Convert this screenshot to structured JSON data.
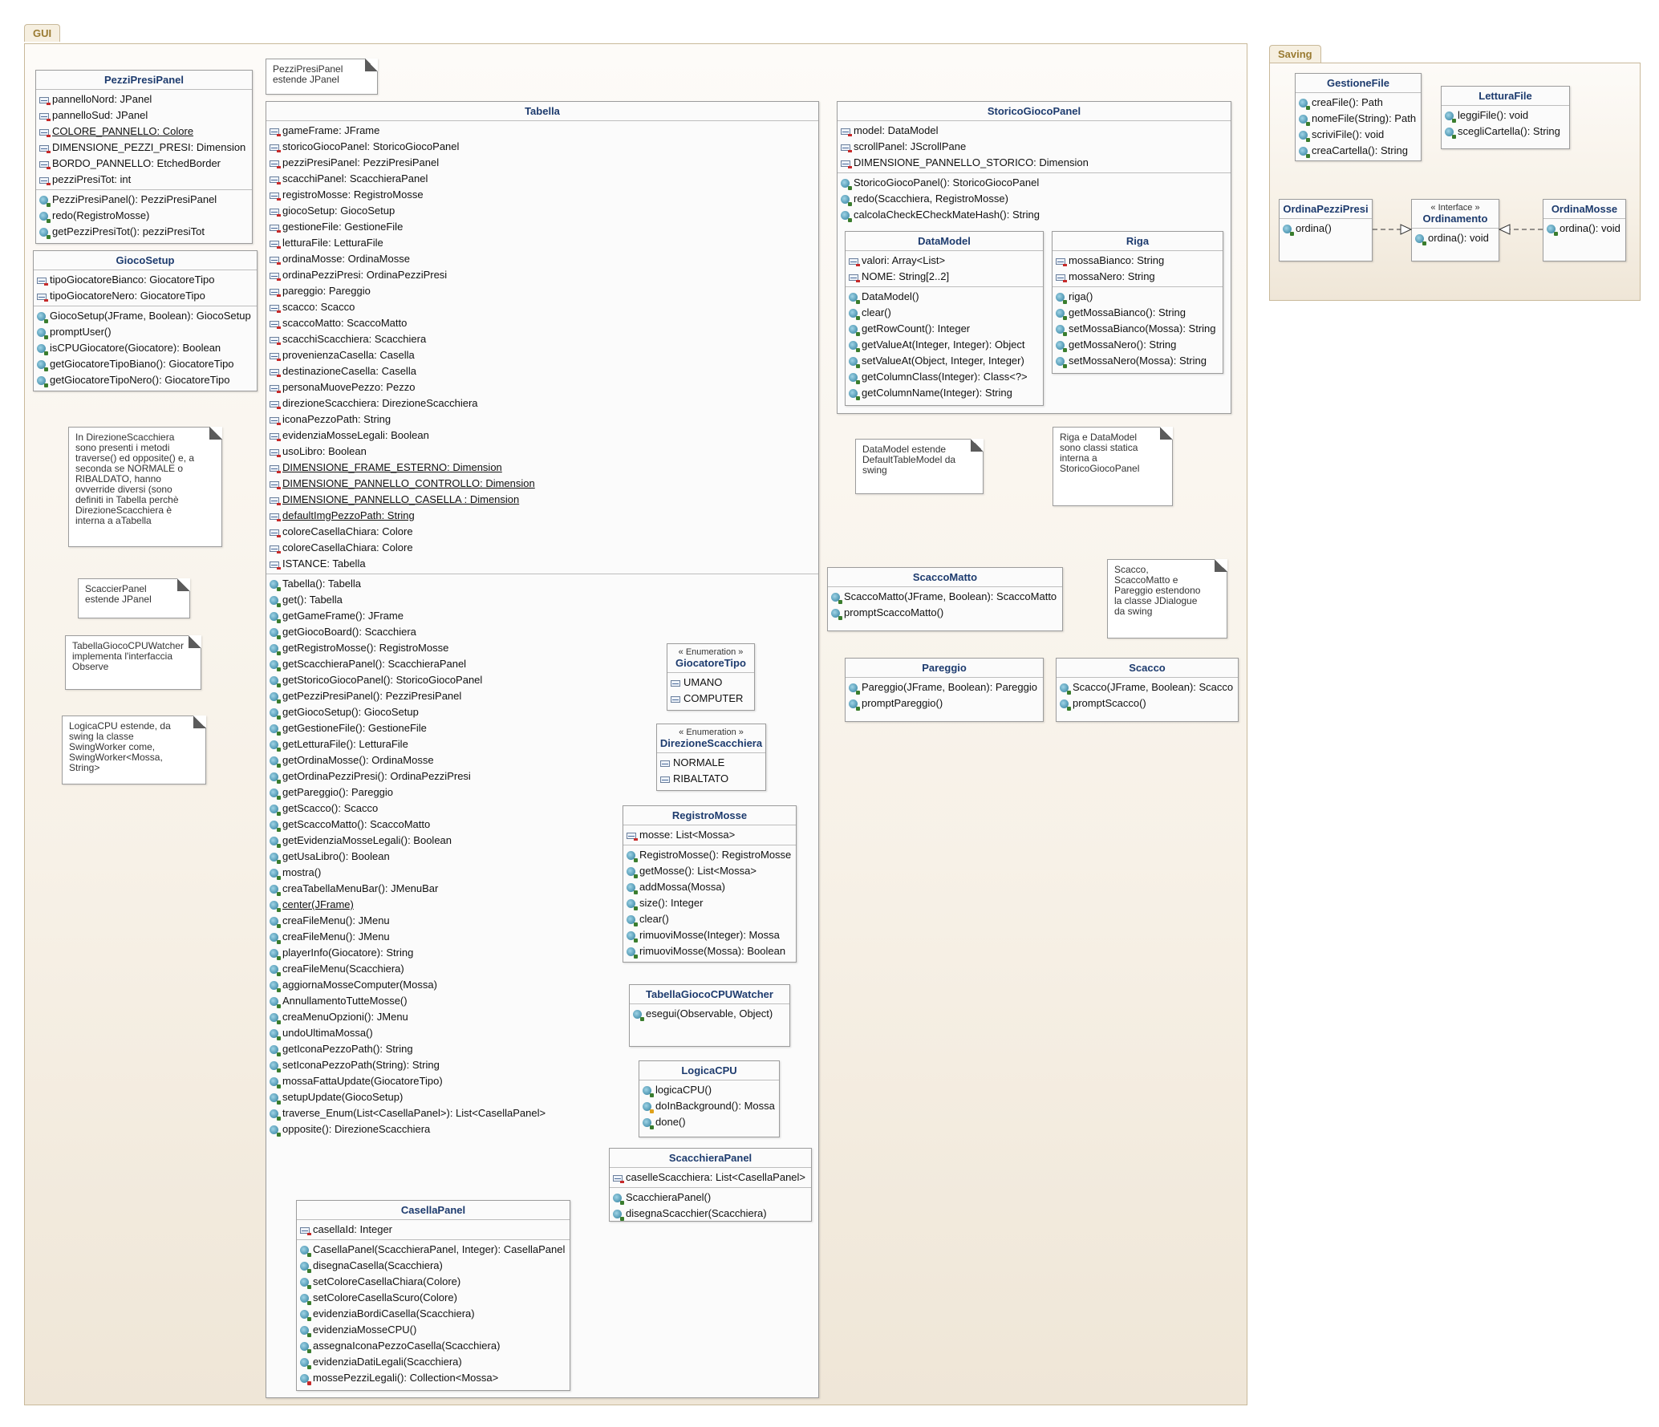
{
  "packages": {
    "gui": "GUI",
    "saving": "Saving"
  },
  "notes": {
    "pezzi_presi": "PezziPresiPanel\nestende JPanel",
    "direzione": "In DirezioneScacchiera\nsono presenti i metodi\ntraverse() ed opposite() e, a\nseconda se NORMALE o\nRIBALDATO, hanno\novverride diversi (sono\ndefiniti in Tabella perchè\nDirezioneScacchiera è\ninterna a aTabella",
    "scaccier": "ScaccierPanel\nestende JPanel",
    "watcher": "TabellaGiocoCPUWatcher\nimplementa l'interfaccia\nObserve",
    "logica": "LogicaCPU estende, da\nswing la classe\nSwingWorker come,\nSwingWorker<Mossa,\nString>",
    "datamodel": "DataModel estende\nDefaultTableModel da\nswing",
    "riga": "Riga e DataModel\nsono classi statica\ninterna a\nStoricoGiocoPanel",
    "scacco": "Scacco,\nScaccoMatto e\nPareggio estendono\nla classe JDialogue\nda swing"
  },
  "classes": {
    "pezzi_presi_panel": {
      "name": "PezziPresiPanel",
      "attrs": [
        "pannelloNord: JPanel",
        "pannelloSud: JPanel",
        "COLORE_PANNELLO: Colore",
        "DIMENSIONE_PEZZI_PRESI: Dimension",
        "BORDO_PANNELLO: EtchedBorder",
        "pezziPresiTot: int"
      ],
      "ops": [
        "PezziPresiPanel(): PezziPresiPanel",
        "redo(RegistroMosse)",
        "getPezziPresiTot(): pezziPresiTot"
      ]
    },
    "gioco_setup": {
      "name": "GiocoSetup",
      "attrs": [
        "tipoGiocatoreBianco: GiocatoreTipo",
        "tipoGiocatoreNero: GiocatoreTipo"
      ],
      "ops": [
        "GiocoSetup(JFrame, Boolean): GiocoSetup",
        "promptUser()",
        "isCPUGiocatore(Giocatore): Boolean",
        "getGiocatoreTipoBiano(): GiocatoreTipo",
        "getGiocatoreTipoNero(): GiocatoreTipo"
      ]
    },
    "tabella": {
      "name": "Tabella",
      "attrs": [
        "gameFrame: JFrame",
        "storicoGiocoPanel: StoricoGiocoPanel",
        "pezziPresiPanel: PezziPresiPanel",
        "scacchiPanel: ScacchieraPanel",
        "registroMosse: RegistroMosse",
        "giocoSetup: GiocoSetup",
        "gestioneFile: GestioneFile",
        "letturaFile: LetturaFile",
        "ordinaMosse: OrdinaMosse",
        "ordinaPezziPresi: OrdinaPezziPresi",
        "pareggio: Pareggio",
        "scacco: Scacco",
        "scaccoMatto: ScaccoMatto",
        "scacchiScacchiera: Scacchiera",
        "provenienzaCasella: Casella",
        "destinazioneCasella: Casella",
        "personaMuovePezzo: Pezzo",
        "direzioneScacchiera: DirezioneScacchiera",
        "iconaPezzoPath: String",
        "evidenziaMosseLegali: Boolean",
        "usoLibro: Boolean",
        "DIMENSIONE_FRAME_ESTERNO: Dimension",
        "DIMENSIONE_PANNELLO_CONTROLLO: Dimension",
        "DIMENSIONE_PANNELLO_CASELLA : Dimension",
        "defaultImgPezzoPath: String",
        "coloreCasellaChiara: Colore",
        "coloreCasellaChiara: Colore",
        "ISTANCE: Tabella"
      ],
      "ops": [
        "Tabella(): Tabella",
        "get(): Tabella",
        "getGameFrame(): JFrame",
        "getGiocoBoard(): Scacchiera",
        "getRegistroMosse(): RegistroMosse",
        "getScacchieraPanel(): ScacchieraPanel",
        "getStoricoGiocoPanel(): StoricoGiocoPanel",
        "getPezziPresiPanel(): PezziPresiPanel",
        "getGiocoSetup(): GiocoSetup",
        "getGestioneFile(): GestioneFile",
        "getLetturaFile(): LetturaFile",
        "getOrdinaMosse(): OrdinaMosse",
        "getOrdinaPezziPresi(): OrdinaPezziPresi",
        "getPareggio(): Pareggio",
        "getScacco(): Scacco",
        "getScaccoMatto(): ScaccoMatto",
        "getEvidenziaMosseLegali(): Boolean",
        "getUsaLibro(): Boolean",
        "mostra()",
        "creaTabellaMenuBar(): JMenuBar",
        "center(JFrame)",
        "creaFileMenu(): JMenu",
        "creaFileMenu(): JMenu",
        "playerInfo(Giocatore): String",
        "creaFileMenu(Scacchiera)",
        "aggiornaMosseComputer(Mossa)",
        "AnnullamentoTutteMosse()",
        "creaMenuOpzioni(): JMenu",
        "undoUltimaMossa()",
        "getIconaPezzoPath(): String",
        "setIconaPezzoPath(String): String",
        "mossaFattaUpdate(GiocatoreTipo)",
        "setupUpdate(GiocoSetup)",
        "traverse_Enum(List<CasellaPanel>): List<CasellaPanel>",
        "opposite(): DirezioneScacchiera"
      ]
    },
    "storico": {
      "name": "StoricoGiocoPanel",
      "attrs": [
        "model: DataModel",
        "scrollPanel: JScrollPane",
        "DIMENSIONE_PANNELLO_STORICO: Dimension"
      ],
      "ops": [
        "StoricoGiocoPanel(): StoricoGiocoPanel",
        "redo(Scacchiera, RegistroMosse)",
        "calcolaCheckECheckMateHash(): String"
      ]
    },
    "data_model": {
      "name": "DataModel",
      "attrs": [
        "valori: Array<List>",
        "NOME: String[2..2]"
      ],
      "ops": [
        "DataModel()",
        "clear()",
        "getRowCount(): Integer",
        "getValueAt(Integer, Integer): Object",
        "setValueAt(Object, Integer, Integer)",
        "getColumnClass(Integer): Class<?>",
        "getColumnName(Integer): String"
      ]
    },
    "riga": {
      "name": "Riga",
      "attrs": [
        "mossaBianco: String",
        "mossaNero: String"
      ],
      "ops": [
        "riga()",
        "getMossaBianco(): String",
        "setMossaBianco(Mossa): String",
        "getMossaNero(): String",
        "setMossaNero(Mossa): String"
      ]
    },
    "scacco_matto": {
      "name": "ScaccoMatto",
      "ops": [
        "ScaccoMatto(JFrame, Boolean): ScaccoMatto",
        "promptScaccoMatto()"
      ]
    },
    "pareggio": {
      "name": "Pareggio",
      "ops": [
        "Pareggio(JFrame, Boolean): Pareggio",
        "promptPareggio()"
      ]
    },
    "scacco": {
      "name": "Scacco",
      "ops": [
        "Scacco(JFrame, Boolean): Scacco",
        "promptScacco()"
      ]
    },
    "giocatore_tipo": {
      "stereotype": "« Enumeration »",
      "name": "GiocatoreTipo",
      "literals": [
        "UMANO",
        "COMPUTER"
      ]
    },
    "direzione_scacchiera": {
      "stereotype": "« Enumeration »",
      "name": "DirezioneScacchiera",
      "literals": [
        "NORMALE",
        "RIBALTATO"
      ]
    },
    "registro_mosse": {
      "name": "RegistroMosse",
      "attrs": [
        "mosse: List<Mossa>"
      ],
      "ops": [
        "RegistroMosse(): RegistroMosse",
        "getMosse(): List<Mossa>",
        "addMossa(Mossa)",
        "size(): Integer",
        "clear()",
        "rimuoviMosse(Integer): Mossa",
        "rimuoviMosse(Mossa): Boolean"
      ]
    },
    "watcher": {
      "name": "TabellaGiocoCPUWatcher",
      "ops": [
        "esegui(Observable, Object)"
      ]
    },
    "logica_cpu": {
      "name": "LogicaCPU",
      "ops": [
        "logicaCPU()",
        "doInBackground(): Mossa",
        "done()"
      ]
    },
    "scacchiera_panel": {
      "name": "ScacchieraPanel",
      "attrs": [
        "caselleScacchiera: List<CasellaPanel>"
      ],
      "ops": [
        "ScacchieraPanel()",
        "disegnaScacchier(Scacchiera)"
      ]
    },
    "casella_panel": {
      "name": "CasellaPanel",
      "attrs": [
        "casellaId: Integer"
      ],
      "ops": [
        "CasellaPanel(ScacchieraPanel, Integer): CasellaPanel",
        "disegnaCasella(Scacchiera)",
        "setColoreCasellaChiara(Colore)",
        "setColoreCasellaScuro(Colore)",
        "evidenziaBordiCasella(Scacchiera)",
        "evidenziaMosseCPU()",
        "assegnaIconaPezzoCasella(Scacchiera)",
        "evidenziaDatiLegali(Scacchiera)",
        "mossePezziLegali(): Collection<Mossa>"
      ]
    },
    "gestione_file": {
      "name": "GestioneFile",
      "ops": [
        "creaFile(): Path",
        "nomeFile(String): Path",
        "scriviFile(): void",
        "creaCartella(): String"
      ]
    },
    "lettura_file": {
      "name": "LetturaFile",
      "ops": [
        "leggiFile(): void",
        "scegliCartella(): String"
      ]
    },
    "ordina_pezzi_presi": {
      "name": "OrdinaPezziPresi",
      "ops": [
        "ordina()"
      ]
    },
    "ordinamento": {
      "stereotype": "« Interface »",
      "name": "Ordinamento",
      "ops": [
        "ordina(): void"
      ]
    },
    "ordina_mosse": {
      "name": "OrdinaMosse",
      "ops": [
        "ordina(): void"
      ]
    }
  }
}
